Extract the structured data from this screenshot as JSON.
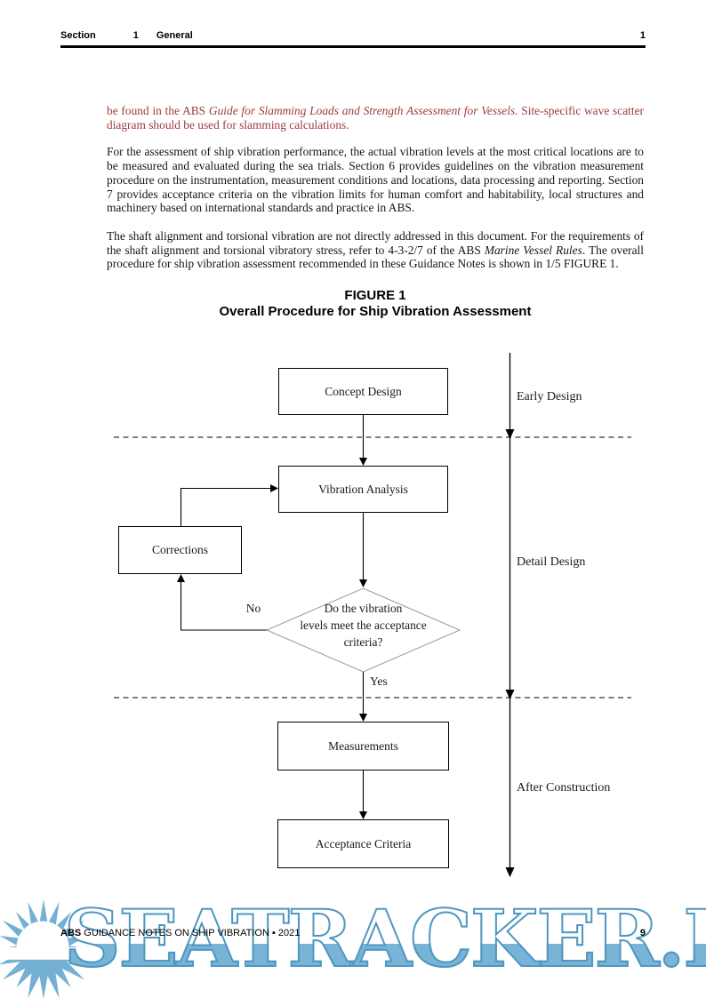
{
  "header": {
    "section_label": "Section",
    "section_number": "1",
    "section_title": "General",
    "page_number": "1"
  },
  "body_text": {
    "p1_pre": "be found in the ABS ",
    "p1_italic": "Guide for Slamming Loads and Strength Assessment for Vessels",
    "p1_post": ". Site-specific wave scatter diagram should be used for slamming calculations.",
    "p2": "For the assessment of ship vibration performance, the actual vibration levels at the most critical locations are to be measured and evaluated during the sea trials. Section 6 provides guidelines on the vibration measurement procedure on the instrumentation, measurement conditions and locations, data processing and reporting. Section 7 provides acceptance criteria on the vibration limits for human comfort and habitability, local structures and machinery based on international standards and practice in ABS.",
    "p3_pre": "The shaft alignment and torsional vibration are not directly addressed in this document. For the requirements of the shaft alignment and torsional vibratory stress, refer to 4-3-2/7 of the ABS ",
    "p3_italic": "Marine Vessel Rules",
    "p3_post": ". The overall procedure for ship vibration assessment recommended in these Guidance Notes is shown in 1/5 FIGURE 1."
  },
  "figure": {
    "caption_line1": "FIGURE 1",
    "caption_line2": "Overall Procedure for Ship Vibration Assessment",
    "nodes": {
      "concept": "Concept Design",
      "vibration": "Vibration Analysis",
      "corrections": "Corrections",
      "decision_line1": "Do the vibration",
      "decision_line2": "levels meet the acceptance",
      "decision_line3": "criteria?",
      "measurements": "Measurements",
      "acceptance": "Acceptance Criteria"
    },
    "edge_labels": {
      "no": "No",
      "yes": "Yes"
    },
    "phase_labels": {
      "early": "Early Design",
      "detail": "Detail Design",
      "after": "After Construction"
    }
  },
  "footer": {
    "brand": "ABS",
    "text": "GUIDANCE NOTES ON SHIP VIBRATION ▪ 2021",
    "page_number": "9"
  },
  "watermark": {
    "text": "SEATRACKER.RU"
  },
  "colors": {
    "accent_red": "#9e3b3c",
    "watermark_blue": "#79b3d6",
    "watermark_outline": "#4e97c1"
  }
}
